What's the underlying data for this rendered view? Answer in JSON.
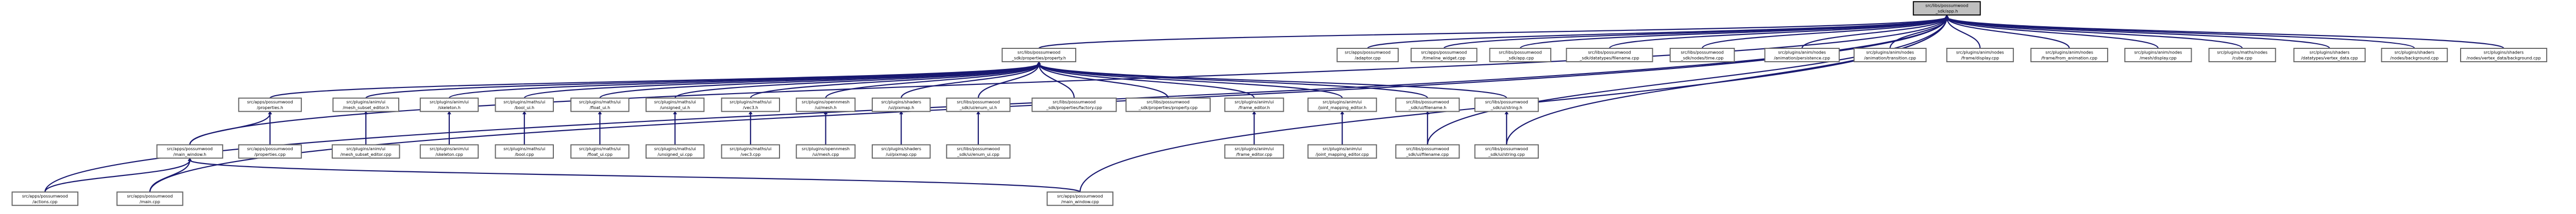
{
  "graph": {
    "colors": {
      "edge": "#191970",
      "node_border": "#666666",
      "root_fill": "#bfbfbf",
      "background": "#ffffff"
    },
    "nodes": [
      {
        "id": "root",
        "lines": [
          "src/libs/possumwood",
          "_sdk/app.h"
        ],
        "root": true
      },
      {
        "id": "property_h",
        "lines": [
          "src/libs/possumwood",
          "_sdk/properties/property.h"
        ]
      },
      {
        "id": "app_cpp",
        "lines": [
          "src/apps/possumwood",
          "/adaptor.cpp"
        ]
      },
      {
        "id": "timeline_widget",
        "lines": [
          "src/apps/possumwood",
          "/timeline_widget.cpp"
        ]
      },
      {
        "id": "sdk_app_cpp",
        "lines": [
          "src/libs/possumwood",
          "_sdk/app.cpp"
        ]
      },
      {
        "id": "datatypes_filename",
        "lines": [
          "src/libs/possumwood",
          "_sdk/datatypes/filename.cpp"
        ]
      },
      {
        "id": "nodes_time",
        "lines": [
          "src/libs/possumwood",
          "_sdk/nodes/time.cpp"
        ]
      },
      {
        "id": "anim_persistence",
        "lines": [
          "src/plugins/anim/nodes",
          "/animation/persistence.cpp"
        ]
      },
      {
        "id": "anim_transition",
        "lines": [
          "src/plugins/anim/nodes",
          "/animation/transition.cpp"
        ]
      },
      {
        "id": "frame_display",
        "lines": [
          "src/plugins/anim/nodes",
          "/frame/display.cpp"
        ]
      },
      {
        "id": "frame_from_anim",
        "lines": [
          "src/plugins/anim/nodes",
          "/frame/from_animation.cpp"
        ]
      },
      {
        "id": "mesh_display",
        "lines": [
          "src/plugins/anim/nodes",
          "/mesh/display.cpp"
        ]
      },
      {
        "id": "maths_cube",
        "lines": [
          "src/plugins/maths/nodes",
          "/cube.cpp"
        ]
      },
      {
        "id": "shaders_vertex",
        "lines": [
          "src/plugins/shaders",
          "/datatypes/vertex_data.cpp"
        ]
      },
      {
        "id": "shaders_bg",
        "lines": [
          "src/plugins/shaders",
          "/nodes/background.cpp"
        ]
      },
      {
        "id": "shaders_vbg",
        "lines": [
          "src/plugins/shaders",
          "/nodes/vertex_data/background.cpp"
        ]
      },
      {
        "id": "properties_h",
        "lines": [
          "src/apps/possumwood",
          "/properties.h"
        ]
      },
      {
        "id": "mesh_subset_h",
        "lines": [
          "src/plugins/anim/ui",
          "/mesh_subset_editor.h"
        ]
      },
      {
        "id": "skeleton_h",
        "lines": [
          "src/plugins/anim/ui",
          "/skeleton.h"
        ]
      },
      {
        "id": "bool_ui_h",
        "lines": [
          "src/plugins/maths/ui",
          "/bool_ui.h"
        ]
      },
      {
        "id": "float_ui_h",
        "lines": [
          "src/plugins/maths/ui",
          "/float_ui.h"
        ]
      },
      {
        "id": "unsigned_ui_h",
        "lines": [
          "src/plugins/maths/ui",
          "/unsigned_ui.h"
        ]
      },
      {
        "id": "vec3_h",
        "lines": [
          "src/plugins/maths/ui",
          "/vec3.h"
        ]
      },
      {
        "id": "ui_mesh_h",
        "lines": [
          "src/plugins/opennmesh",
          "/ui/mesh.h"
        ]
      },
      {
        "id": "pixmap_h",
        "lines": [
          "src/plugins/shaders",
          "/ui/pixmap.h"
        ]
      },
      {
        "id": "enum_ui_h",
        "lines": [
          "src/libs/possumwood",
          "_sdk/ui/enum_ui.h"
        ]
      },
      {
        "id": "prop_factory",
        "lines": [
          "src/libs/possumwood",
          "_sdk/properties/factory.cpp"
        ]
      },
      {
        "id": "prop_property_cpp",
        "lines": [
          "src/libs/possumwood",
          "_sdk/properties/property.cpp"
        ]
      },
      {
        "id": "frame_editor_h",
        "lines": [
          "src/plugins/anim/ui",
          "/frame_editor.h"
        ]
      },
      {
        "id": "joint_mapping_h",
        "lines": [
          "src/plugins/anim/ui",
          "/joint_mapping_editor.h"
        ]
      },
      {
        "id": "filename_h",
        "lines": [
          "src/libs/possumwood",
          "_sdk/ui/filename.h"
        ]
      },
      {
        "id": "string_h",
        "lines": [
          "src/libs/possumwood",
          "_sdk/ui/string.h"
        ]
      },
      {
        "id": "main_window_h",
        "lines": [
          "src/apps/possumwood",
          "/main_window.h"
        ]
      },
      {
        "id": "properties_cpp",
        "lines": [
          "src/apps/possumwood",
          "/properties.cpp"
        ]
      },
      {
        "id": "mesh_subset_cpp",
        "lines": [
          "src/plugins/anim/ui",
          "/mesh_subset_editor.cpp"
        ]
      },
      {
        "id": "skeleton_cpp",
        "lines": [
          "src/plugins/anim/ui",
          "/skeleton.cpp"
        ]
      },
      {
        "id": "bool_cpp",
        "lines": [
          "src/plugins/maths/ui",
          "/bool.cpp"
        ]
      },
      {
        "id": "float_cpp",
        "lines": [
          "src/plugins/maths/ui",
          "/float_ui.cpp"
        ]
      },
      {
        "id": "unsigned_cpp",
        "lines": [
          "src/plugins/maths/ui",
          "/unsigned_ui.cpp"
        ]
      },
      {
        "id": "vec3_cpp",
        "lines": [
          "src/plugins/maths/ui",
          "/vec3.cpp"
        ]
      },
      {
        "id": "mesh_cpp",
        "lines": [
          "src/plugins/opennmesh",
          "/ui/mesh.cpp"
        ]
      },
      {
        "id": "pixmap_cpp",
        "lines": [
          "src/plugins/shaders",
          "/ui/pixmap.cpp"
        ]
      },
      {
        "id": "enum_ui_cpp",
        "lines": [
          "src/libs/possumwood",
          "_sdk/ui/enum_ui.cpp"
        ]
      },
      {
        "id": "frame_editor_cpp",
        "lines": [
          "src/plugins/anim/ui",
          "/frame_editor.cpp"
        ]
      },
      {
        "id": "joint_mapping_cpp",
        "lines": [
          "src/plugins/anim/ui",
          "/joint_mapping_editor.cpp"
        ]
      },
      {
        "id": "filename_cpp",
        "lines": [
          "src/libs/possumwood",
          "_sdk/ui/filename.cpp"
        ]
      },
      {
        "id": "string_cpp",
        "lines": [
          "src/libs/possumwood",
          "_sdk/ui/string.cpp"
        ]
      },
      {
        "id": "actions_cpp",
        "lines": [
          "src/apps/possumwood",
          "/actions.cpp"
        ]
      },
      {
        "id": "main_cpp",
        "lines": [
          "src/apps/possumwood",
          "/main.cpp"
        ]
      },
      {
        "id": "main_window_cpp",
        "lines": [
          "src/apps/possumwood",
          "/main_window.cpp"
        ]
      }
    ],
    "edges": [
      [
        "property_h",
        "root"
      ],
      [
        "app_cpp",
        "root"
      ],
      [
        "timeline_widget",
        "root"
      ],
      [
        "sdk_app_cpp",
        "root"
      ],
      [
        "datatypes_filename",
        "root"
      ],
      [
        "nodes_time",
        "root"
      ],
      [
        "anim_persistence",
        "root"
      ],
      [
        "anim_transition",
        "root"
      ],
      [
        "frame_display",
        "root"
      ],
      [
        "frame_from_anim",
        "root"
      ],
      [
        "mesh_display",
        "root"
      ],
      [
        "maths_cube",
        "root"
      ],
      [
        "shaders_vertex",
        "root"
      ],
      [
        "shaders_bg",
        "root"
      ],
      [
        "shaders_vbg",
        "root"
      ],
      [
        "main_window_h",
        "root"
      ],
      [
        "actions_cpp",
        "root"
      ],
      [
        "main_cpp",
        "root"
      ],
      [
        "main_window_cpp",
        "root"
      ],
      [
        "filename_cpp",
        "root"
      ],
      [
        "string_cpp",
        "root"
      ],
      [
        "properties_h",
        "property_h"
      ],
      [
        "mesh_subset_h",
        "property_h"
      ],
      [
        "skeleton_h",
        "property_h"
      ],
      [
        "bool_ui_h",
        "property_h"
      ],
      [
        "float_ui_h",
        "property_h"
      ],
      [
        "unsigned_ui_h",
        "property_h"
      ],
      [
        "vec3_h",
        "property_h"
      ],
      [
        "ui_mesh_h",
        "property_h"
      ],
      [
        "pixmap_h",
        "property_h"
      ],
      [
        "enum_ui_h",
        "property_h"
      ],
      [
        "prop_factory",
        "property_h"
      ],
      [
        "prop_property_cpp",
        "property_h"
      ],
      [
        "frame_editor_h",
        "property_h"
      ],
      [
        "joint_mapping_h",
        "property_h"
      ],
      [
        "filename_h",
        "property_h"
      ],
      [
        "string_h",
        "property_h"
      ],
      [
        "main_window_h",
        "properties_h"
      ],
      [
        "properties_cpp",
        "properties_h"
      ],
      [
        "mesh_subset_cpp",
        "mesh_subset_h"
      ],
      [
        "skeleton_cpp",
        "skeleton_h"
      ],
      [
        "bool_cpp",
        "bool_ui_h"
      ],
      [
        "float_cpp",
        "float_ui_h"
      ],
      [
        "unsigned_cpp",
        "unsigned_ui_h"
      ],
      [
        "vec3_cpp",
        "vec3_h"
      ],
      [
        "mesh_cpp",
        "ui_mesh_h"
      ],
      [
        "pixmap_cpp",
        "pixmap_h"
      ],
      [
        "enum_ui_cpp",
        "enum_ui_h"
      ],
      [
        "frame_editor_cpp",
        "frame_editor_h"
      ],
      [
        "joint_mapping_cpp",
        "joint_mapping_h"
      ],
      [
        "filename_cpp",
        "filename_h"
      ],
      [
        "string_cpp",
        "string_h"
      ],
      [
        "actions_cpp",
        "main_window_h"
      ],
      [
        "main_cpp",
        "main_window_h"
      ],
      [
        "main_window_cpp",
        "main_window_h"
      ]
    ]
  }
}
